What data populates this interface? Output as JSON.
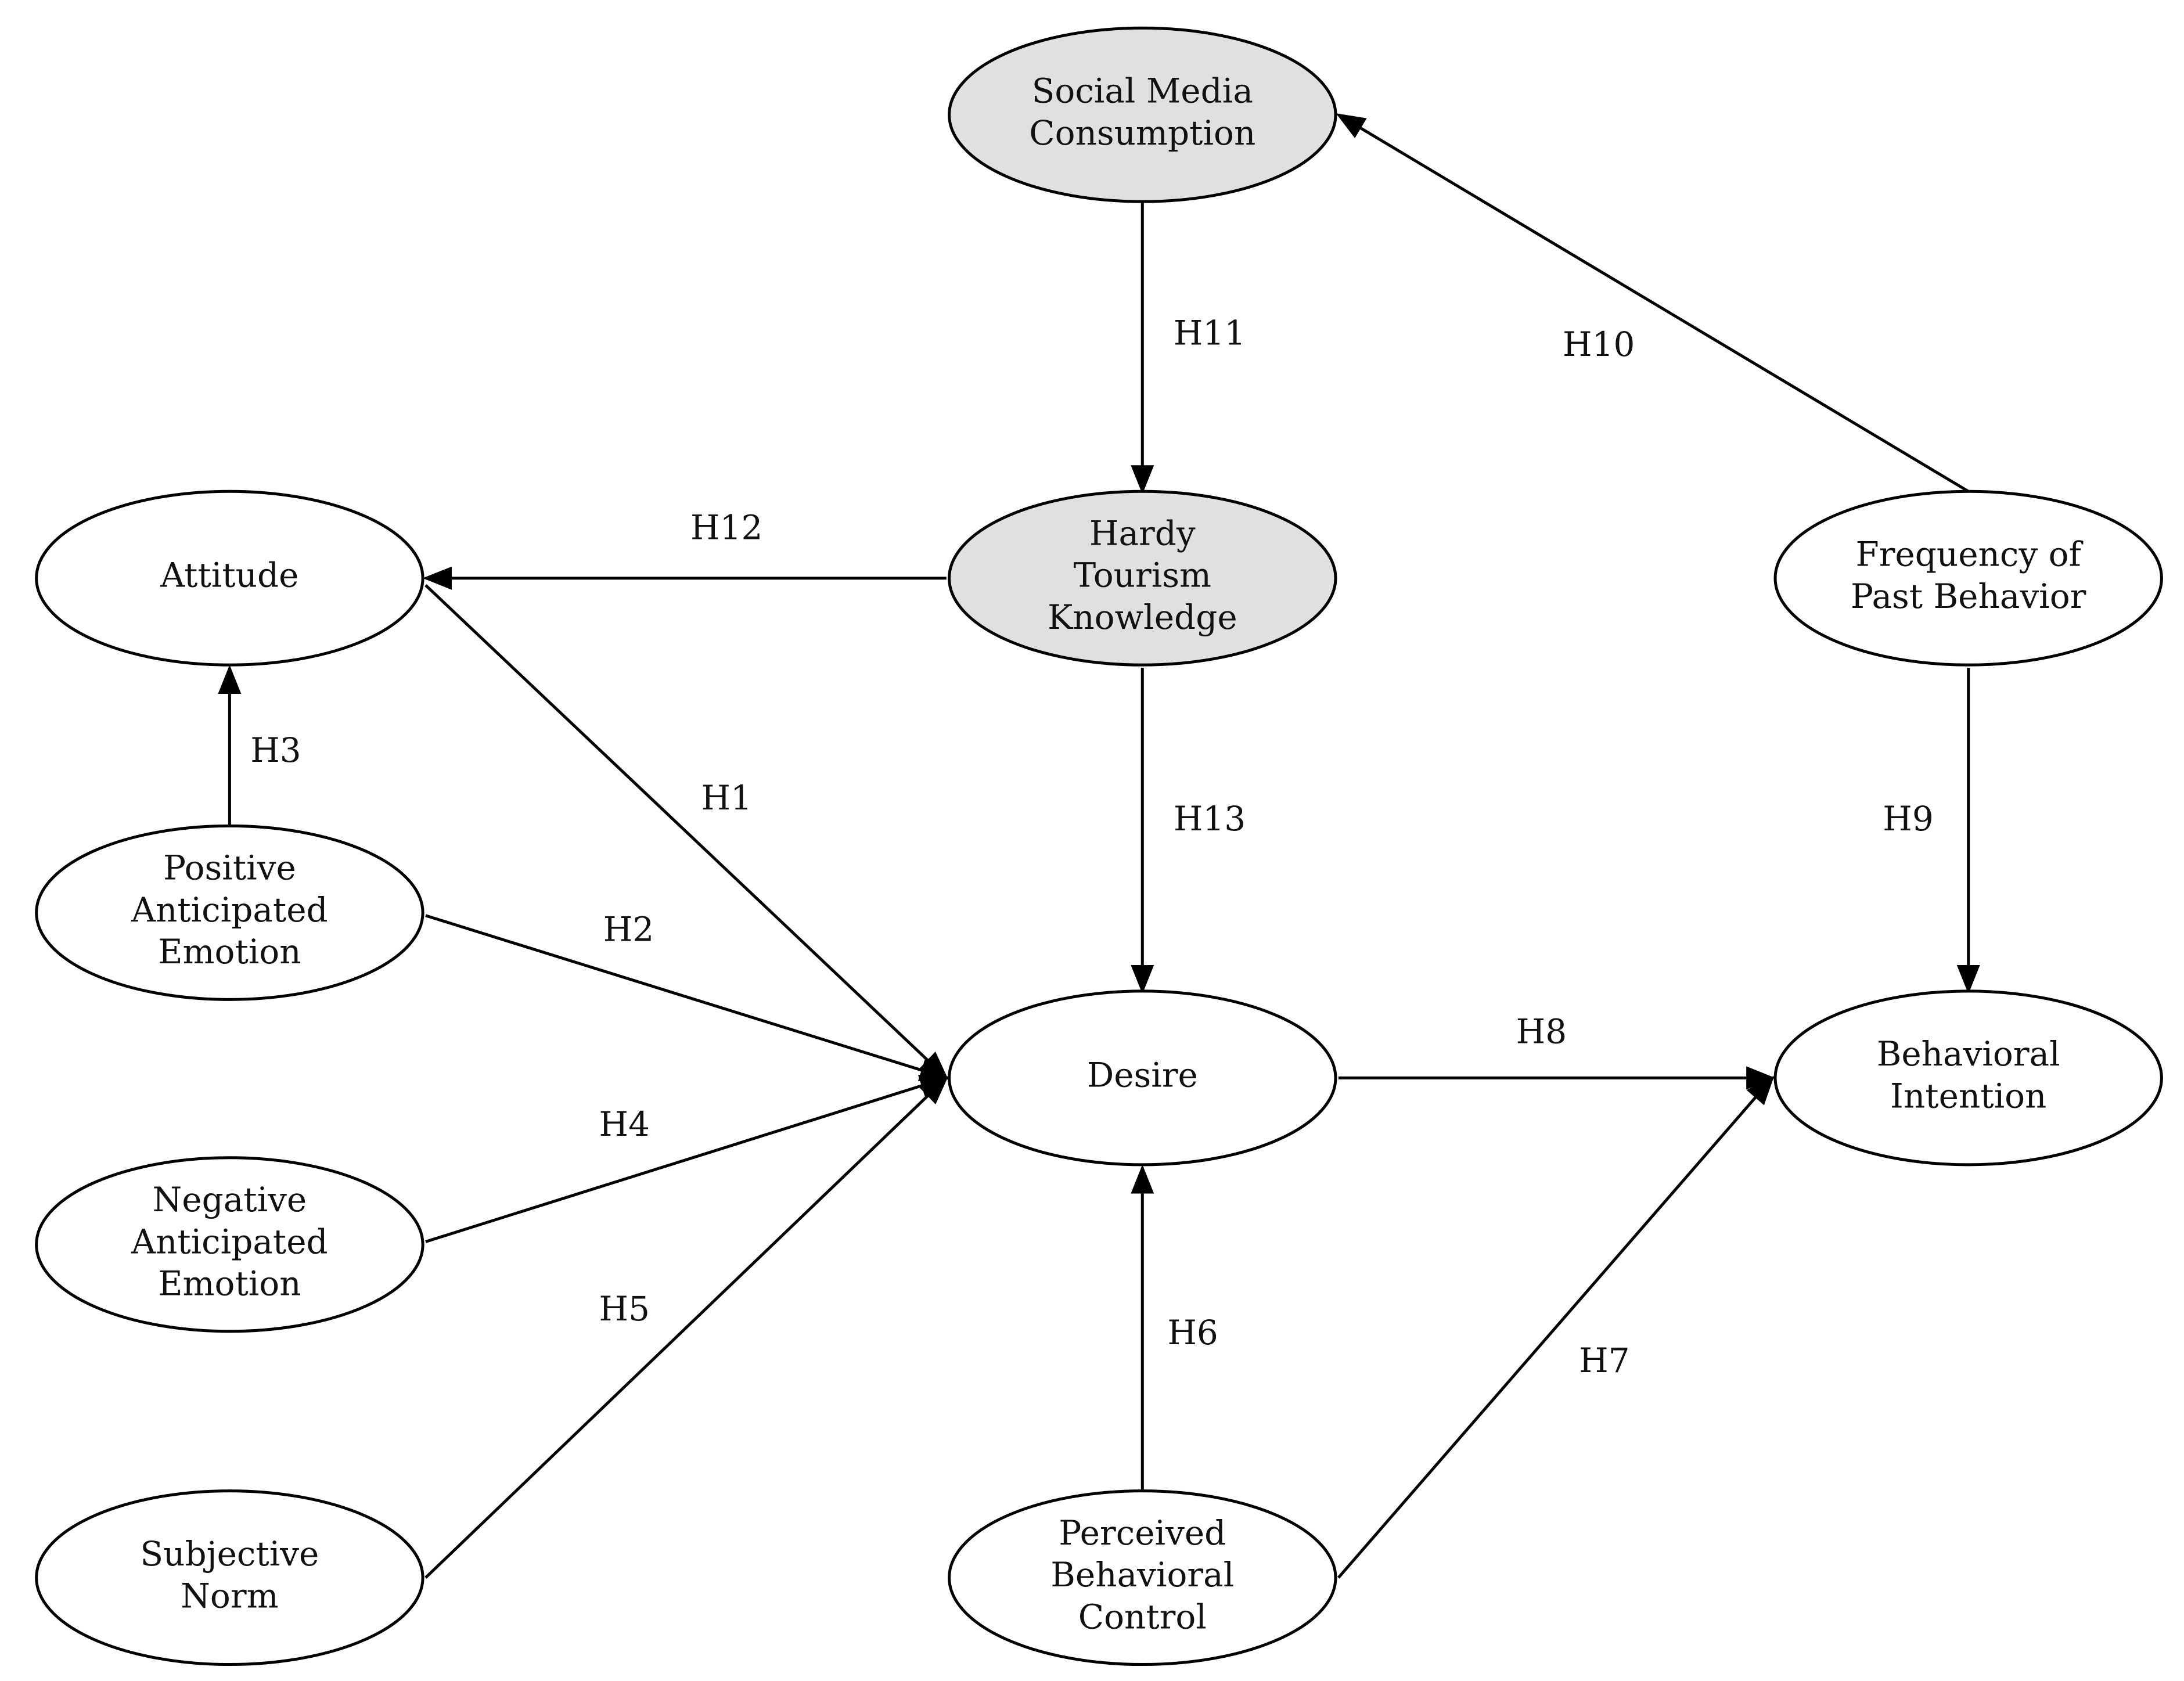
{
  "diagram": {
    "nodes": [
      {
        "id": "smc",
        "lines": [
          "Social Media",
          "Consumption"
        ],
        "fill": "#e0e0e0"
      },
      {
        "id": "htk",
        "lines": [
          "Hardy",
          "Tourism",
          "Knowledge"
        ],
        "fill": "#e0e0e0"
      },
      {
        "id": "att",
        "lines": [
          "Attitude"
        ],
        "fill": "#ffffff"
      },
      {
        "id": "pae",
        "lines": [
          "Positive",
          "Anticipated",
          "Emotion"
        ],
        "fill": "#ffffff"
      },
      {
        "id": "nae",
        "lines": [
          "Negative",
          "Anticipated",
          "Emotion"
        ],
        "fill": "#ffffff"
      },
      {
        "id": "sn",
        "lines": [
          "Subjective",
          "Norm"
        ],
        "fill": "#ffffff"
      },
      {
        "id": "des",
        "lines": [
          "Desire"
        ],
        "fill": "#ffffff"
      },
      {
        "id": "pbc",
        "lines": [
          "Perceived",
          "Behavioral",
          "Control"
        ],
        "fill": "#ffffff"
      },
      {
        "id": "fpb",
        "lines": [
          "Frequency of",
          "Past Behavior"
        ],
        "fill": "#ffffff"
      },
      {
        "id": "bi",
        "lines": [
          "Behavioral",
          "Intention"
        ],
        "fill": "#ffffff"
      }
    ],
    "edges": [
      {
        "id": "h1",
        "label": "H1",
        "from": "att",
        "to": "des"
      },
      {
        "id": "h2",
        "label": "H2",
        "from": "pae",
        "to": "des"
      },
      {
        "id": "h3",
        "label": "H3",
        "from": "pae",
        "to": "att"
      },
      {
        "id": "h4",
        "label": "H4",
        "from": "nae",
        "to": "des"
      },
      {
        "id": "h5",
        "label": "H5",
        "from": "sn",
        "to": "des"
      },
      {
        "id": "h6",
        "label": "H6",
        "from": "pbc",
        "to": "des"
      },
      {
        "id": "h7",
        "label": "H7",
        "from": "pbc",
        "to": "bi"
      },
      {
        "id": "h8",
        "label": "H8",
        "from": "des",
        "to": "bi"
      },
      {
        "id": "h9",
        "label": "H9",
        "from": "fpb",
        "to": "bi"
      },
      {
        "id": "h10",
        "label": "H10",
        "from": "fpb",
        "to": "smc"
      },
      {
        "id": "h11",
        "label": "H11",
        "from": "smc",
        "to": "htk"
      },
      {
        "id": "h12",
        "label": "H12",
        "from": "htk",
        "to": "att"
      },
      {
        "id": "h13",
        "label": "H13",
        "from": "htk",
        "to": "des"
      }
    ]
  }
}
